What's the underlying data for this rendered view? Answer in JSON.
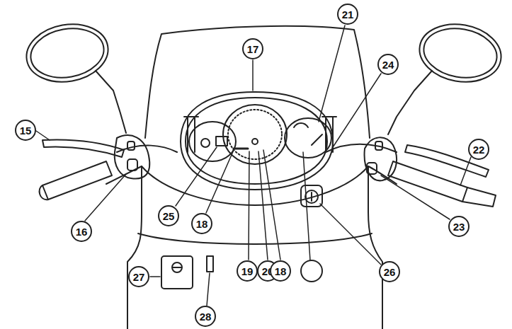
{
  "diagram": {
    "labels": [
      "15",
      "16",
      "17",
      "21",
      "24",
      "22",
      "23",
      "25",
      "18",
      "19",
      "20",
      "18",
      "26",
      "27",
      "28"
    ]
  }
}
